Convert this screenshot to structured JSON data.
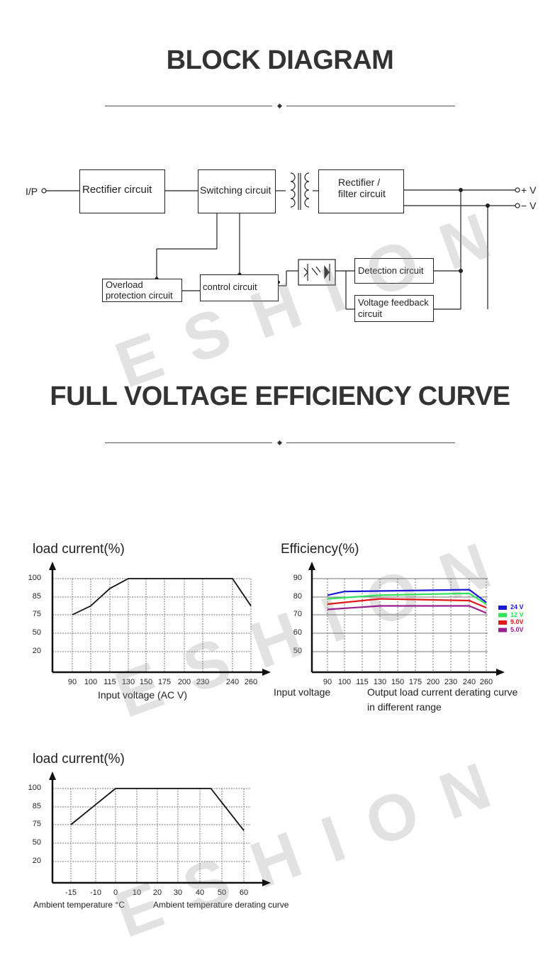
{
  "headings": {
    "block_diagram": "BLOCK DIAGRAM",
    "efficiency_curve": "FULL VOLTAGE EFFICIENCY CURVE"
  },
  "watermark": "ESHION",
  "block_diagram": {
    "input_label": "I/P",
    "output_pos": "+ V",
    "output_neg": "− V",
    "blocks": {
      "rectifier": "Rectifier circuit",
      "switching": "Switching circuit",
      "rectifier_filter_1": "Rectifier /",
      "rectifier_filter_2": "filter circuit",
      "overload_1": "Overload",
      "overload_2": "protection circuit",
      "control": "control circuit",
      "detection": "Detection circuit",
      "feedback_1": "Voltage feedback",
      "feedback_2": "circuit"
    }
  },
  "captions": {
    "input_voltage_unit": "Input voltage  (AC V)",
    "input_voltage": "Input voltage",
    "derating_1": "Output load current derating curve",
    "derating_2": "in different range",
    "ambient_temp": "Ambient temperature °C",
    "ambient_derating": "Ambient temperature derating curve"
  },
  "chart_data": [
    {
      "type": "line",
      "title": "load current(%)",
      "xlabel": "Input voltage  (AC V)",
      "x_ticks": [
        "90",
        "100",
        "115",
        "130",
        "150",
        "175",
        "200",
        "230",
        "240",
        "260"
      ],
      "y_ticks": [
        "100",
        "85",
        "75",
        "50",
        "20"
      ],
      "grid": true,
      "series": [
        {
          "points": [
            [
              "90",
              75
            ],
            [
              "100",
              80
            ],
            [
              "115",
              92
            ],
            [
              "130",
              100
            ],
            [
              "150",
              100
            ],
            [
              "240",
              100
            ],
            [
              "260",
              80
            ]
          ]
        }
      ]
    },
    {
      "type": "line",
      "title": "Efficiency(%)",
      "xlabel": "Input voltage",
      "x_ticks": [
        "90",
        "100",
        "115",
        "130",
        "150",
        "175",
        "200",
        "230",
        "240",
        "260"
      ],
      "y_ticks": [
        "90",
        "80",
        "70",
        "60",
        "50"
      ],
      "grid": true,
      "legend_position": "right",
      "series": [
        {
          "name": "24 V",
          "color": "#1a1ad6",
          "points": [
            [
              "90",
              81
            ],
            [
              "100",
              83
            ],
            [
              "240",
              84
            ],
            [
              "260",
              77
            ]
          ]
        },
        {
          "name": "12 V",
          "color": "#33e05a",
          "points": [
            [
              "90",
              79
            ],
            [
              "130",
              81
            ],
            [
              "240",
              82
            ],
            [
              "260",
              76
            ]
          ]
        },
        {
          "name": "9.0V",
          "color": "#e01a1a",
          "points": [
            [
              "90",
              76
            ],
            [
              "130",
              79
            ],
            [
              "240",
              78
            ],
            [
              "260",
              74
            ]
          ]
        },
        {
          "name": "5.0V",
          "color": "#9a2090",
          "points": [
            [
              "90",
              73
            ],
            [
              "130",
              75
            ],
            [
              "240",
              75
            ],
            [
              "260",
              71
            ]
          ]
        }
      ]
    },
    {
      "type": "line",
      "title": "load current(%)",
      "xlabel": "Ambient temperature °C",
      "x_ticks": [
        "-15",
        "-10",
        "0",
        "10",
        "20",
        "30",
        "40",
        "50",
        "60"
      ],
      "y_ticks": [
        "100",
        "85",
        "75",
        "50",
        "20"
      ],
      "grid": true,
      "series": [
        {
          "points": [
            [
              "-15",
              75
            ],
            [
              "0",
              100
            ],
            [
              "45",
              100
            ],
            [
              "60",
              67
            ]
          ]
        }
      ]
    }
  ]
}
